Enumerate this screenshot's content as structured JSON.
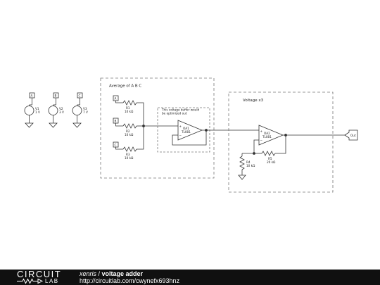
{
  "schematic": {
    "sources": [
      {
        "label": "A",
        "name": "V1",
        "value": "1 V"
      },
      {
        "label": "B",
        "name": "V2",
        "value": "3 V"
      },
      {
        "label": "C",
        "name": "V3",
        "value": "7 V"
      }
    ],
    "average_block": {
      "title": "Average of A B C",
      "inputs": [
        "A",
        "B",
        "C"
      ],
      "resistors": [
        {
          "name": "R1",
          "value": "10 kΩ"
        },
        {
          "name": "R2",
          "value": "10 kΩ"
        },
        {
          "name": "R3",
          "value": "10 kΩ"
        }
      ],
      "buffer_note_line1": "This voltage buffer would",
      "buffer_note_line2": "be optimized out",
      "opamp": {
        "name": "OA1",
        "part": "TL081"
      }
    },
    "gain_block": {
      "title": "Voltage x3",
      "opamp": {
        "name": "OA2",
        "part": "TL081"
      },
      "r4": {
        "name": "R4",
        "value": "10 kΩ"
      },
      "r5": {
        "name": "R5",
        "value": "20 kΩ"
      }
    },
    "output_label": "Out",
    "plus_sign": "+",
    "minus_sign": "−"
  },
  "footer": {
    "logo_top": "CIRCUIT",
    "logo_bottom": "LAB",
    "author": "xenris",
    "separator": " / ",
    "project": "voltage adder",
    "url": "http://circuitlab.com/cwynefx693hnz"
  }
}
